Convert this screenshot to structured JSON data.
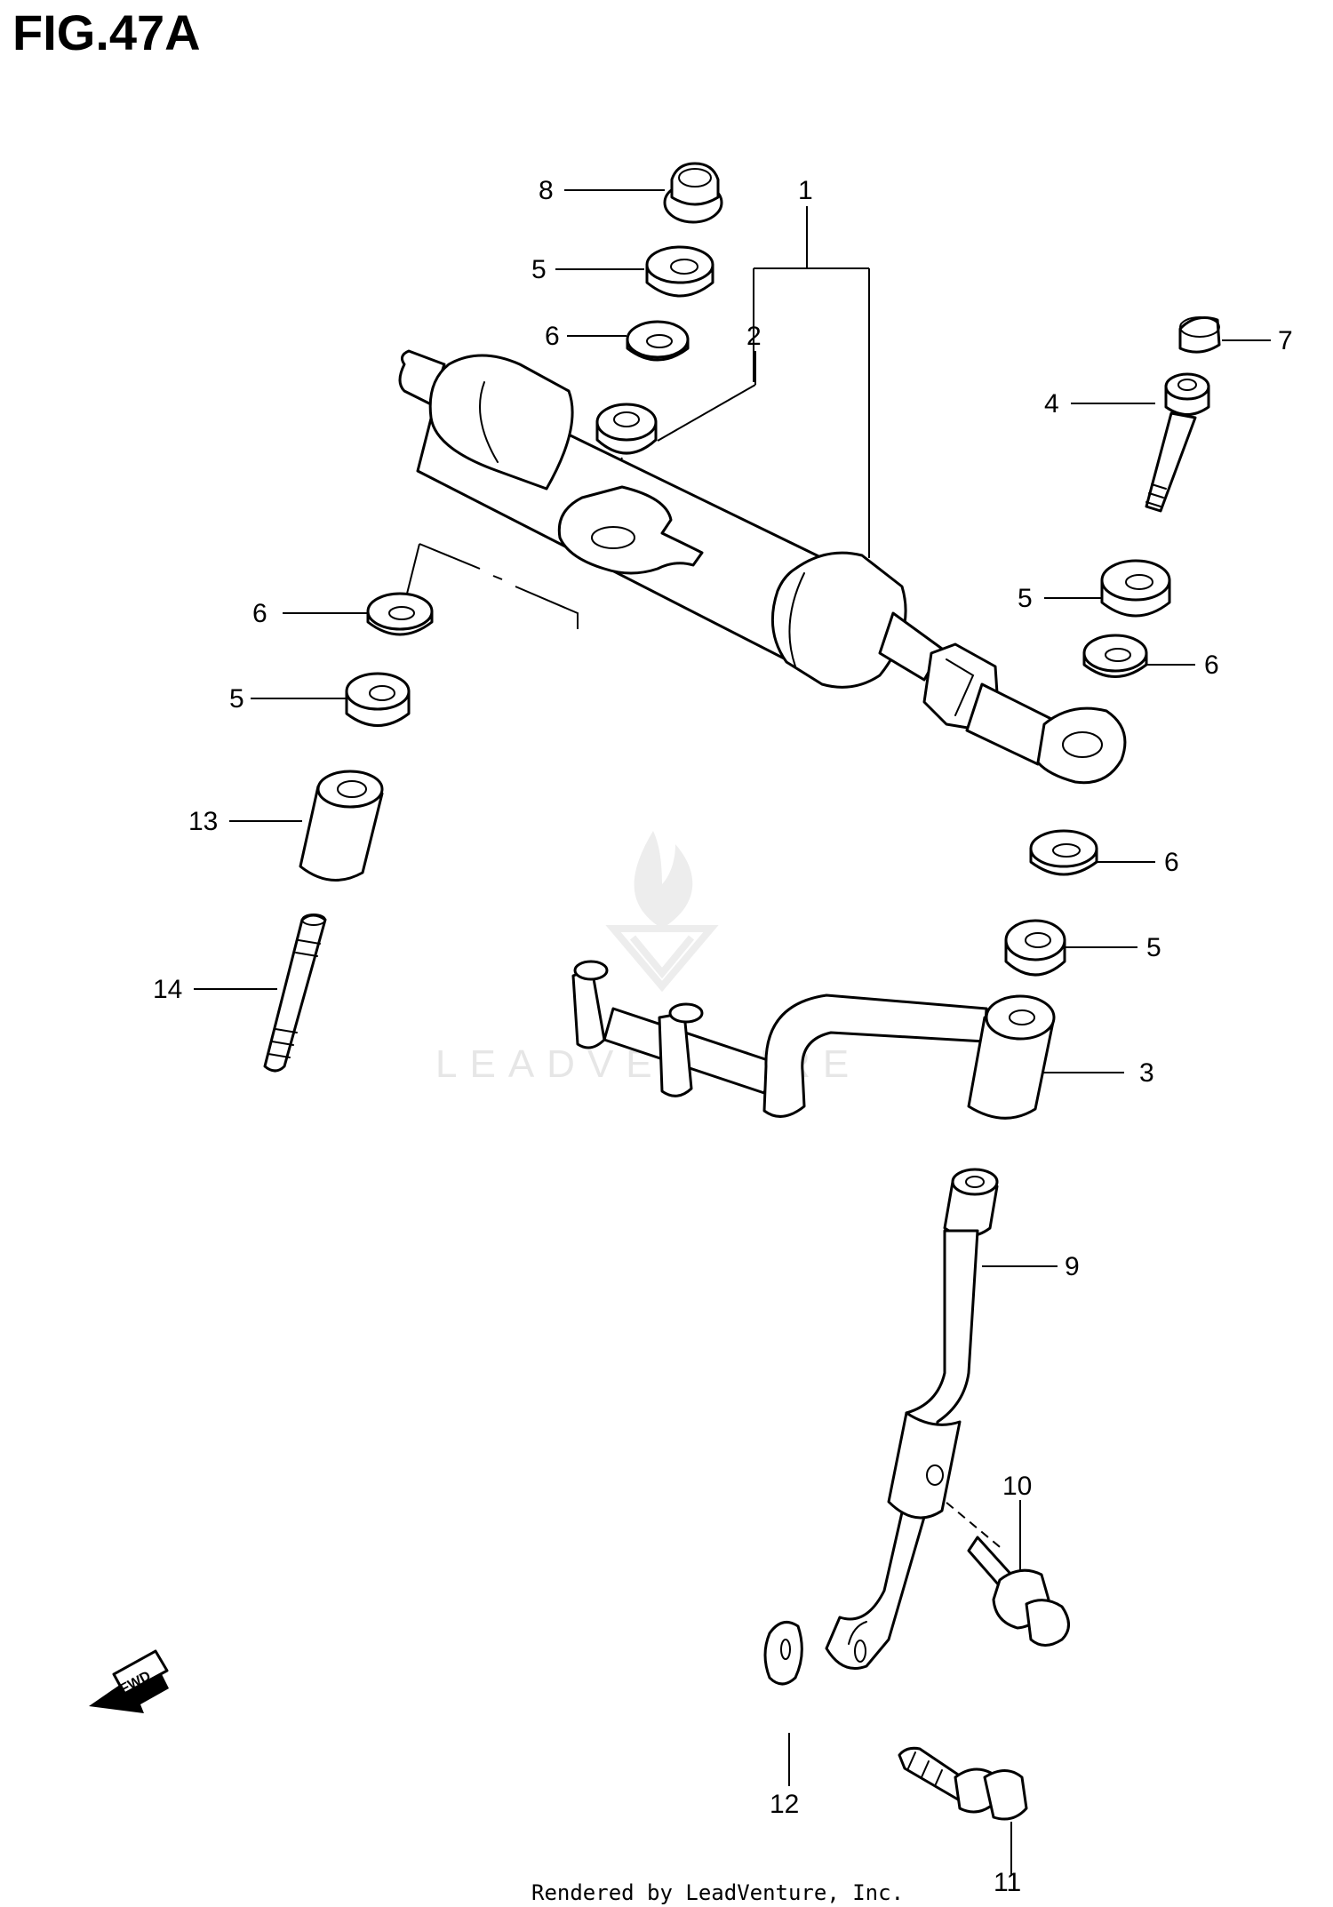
{
  "figure": {
    "title": "FIG.47A"
  },
  "watermark": {
    "brand": "LEADVENTURE"
  },
  "callouts": {
    "c1": "1",
    "c2": "2",
    "c3": "3",
    "c4": "4",
    "c5a": "5",
    "c5b": "5",
    "c5c": "5",
    "c5d": "5",
    "c6a": "6",
    "c6b": "6",
    "c6c": "6",
    "c6d": "6",
    "c7": "7",
    "c8": "8",
    "c9": "9",
    "c10": "10",
    "c11": "11",
    "c12": "12",
    "c13": "13",
    "c14": "14"
  },
  "direction_indicator": {
    "label": "FWD"
  },
  "footer": {
    "credit": "Rendered by LeadVenture, Inc."
  }
}
